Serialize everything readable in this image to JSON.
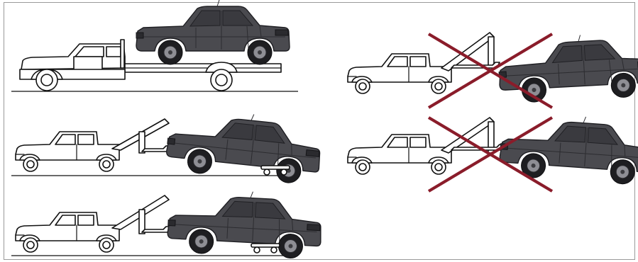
{
  "figure": {
    "panels": [
      {
        "id": "flatbed",
        "method": "flatbed-carrier",
        "allowed": true
      },
      {
        "id": "rear-lift-front-dolly",
        "method": "rear-wheel-lift-with-dolly",
        "allowed": true
      },
      {
        "id": "front-lift-rear-dolly",
        "method": "front-wheel-lift-with-dolly",
        "allowed": true
      },
      {
        "id": "sling-no-dolly",
        "method": "sling-tow-wheels-on-ground",
        "allowed": false
      },
      {
        "id": "wheel-lift-no-dolly",
        "method": "wheel-lift-wheels-on-ground",
        "allowed": false
      }
    ],
    "colors": {
      "prohibited_mark": "#8a1c2a",
      "towed_vehicle": "#4a4a4f",
      "tow_truck_outline": "#111111"
    },
    "icons": [
      "flatbed-truck",
      "wrecker-truck",
      "pickup-truck",
      "wheel-dolly",
      "prohibited-cross"
    ]
  }
}
